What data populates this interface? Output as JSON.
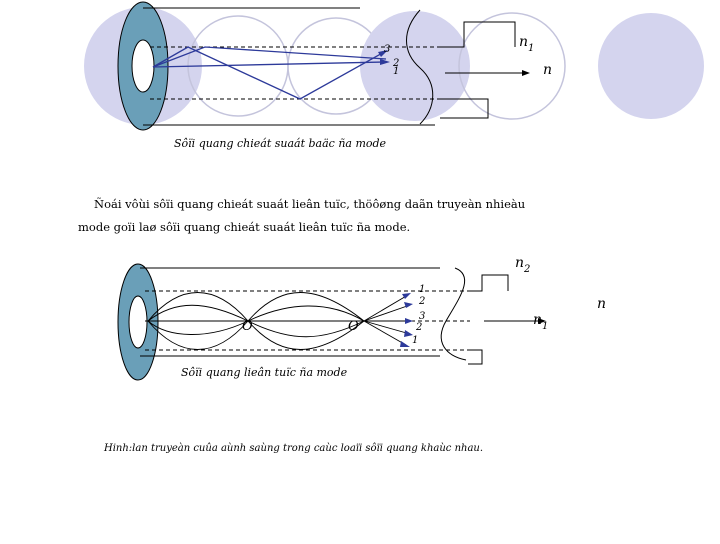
{
  "diagram_top": {
    "ray_labels": [
      "3",
      "2",
      "1"
    ],
    "index_core": "n",
    "index_core_sub": "1",
    "index_cladding": "n",
    "caption": "Sôïi quang chieát suaát baäc ña mode"
  },
  "paragraph": {
    "line1": "Ñoái vôùi sôïi quang chieát suaát lieân tuïc, thöôøng daãn truyeàn nhieàu",
    "line2": "mode goïi laø sôïi quang chieát suaát lieân tuïc ña mode."
  },
  "diagram_bottom": {
    "ray_labels": [
      "1",
      "2",
      "3",
      "2",
      "1"
    ],
    "point_left": "O",
    "point_right": "O",
    "index_cladding": "n",
    "index_cladding_sub": "2",
    "index_core": "n",
    "index_core_sub": "1",
    "index_outer": "n",
    "caption": "Sôïi quang lieân tuïc ña mode"
  },
  "figure_caption": "Hinh:lan truyeàn cuûa aùnh saùng trong caùc loaïi sôïi quang khaùc nhau.",
  "colors": {
    "decor_circle": "#d4d4ee",
    "fiber_end": "#6a9fb8",
    "ray": "#2d3a9a",
    "line": "#000000"
  }
}
